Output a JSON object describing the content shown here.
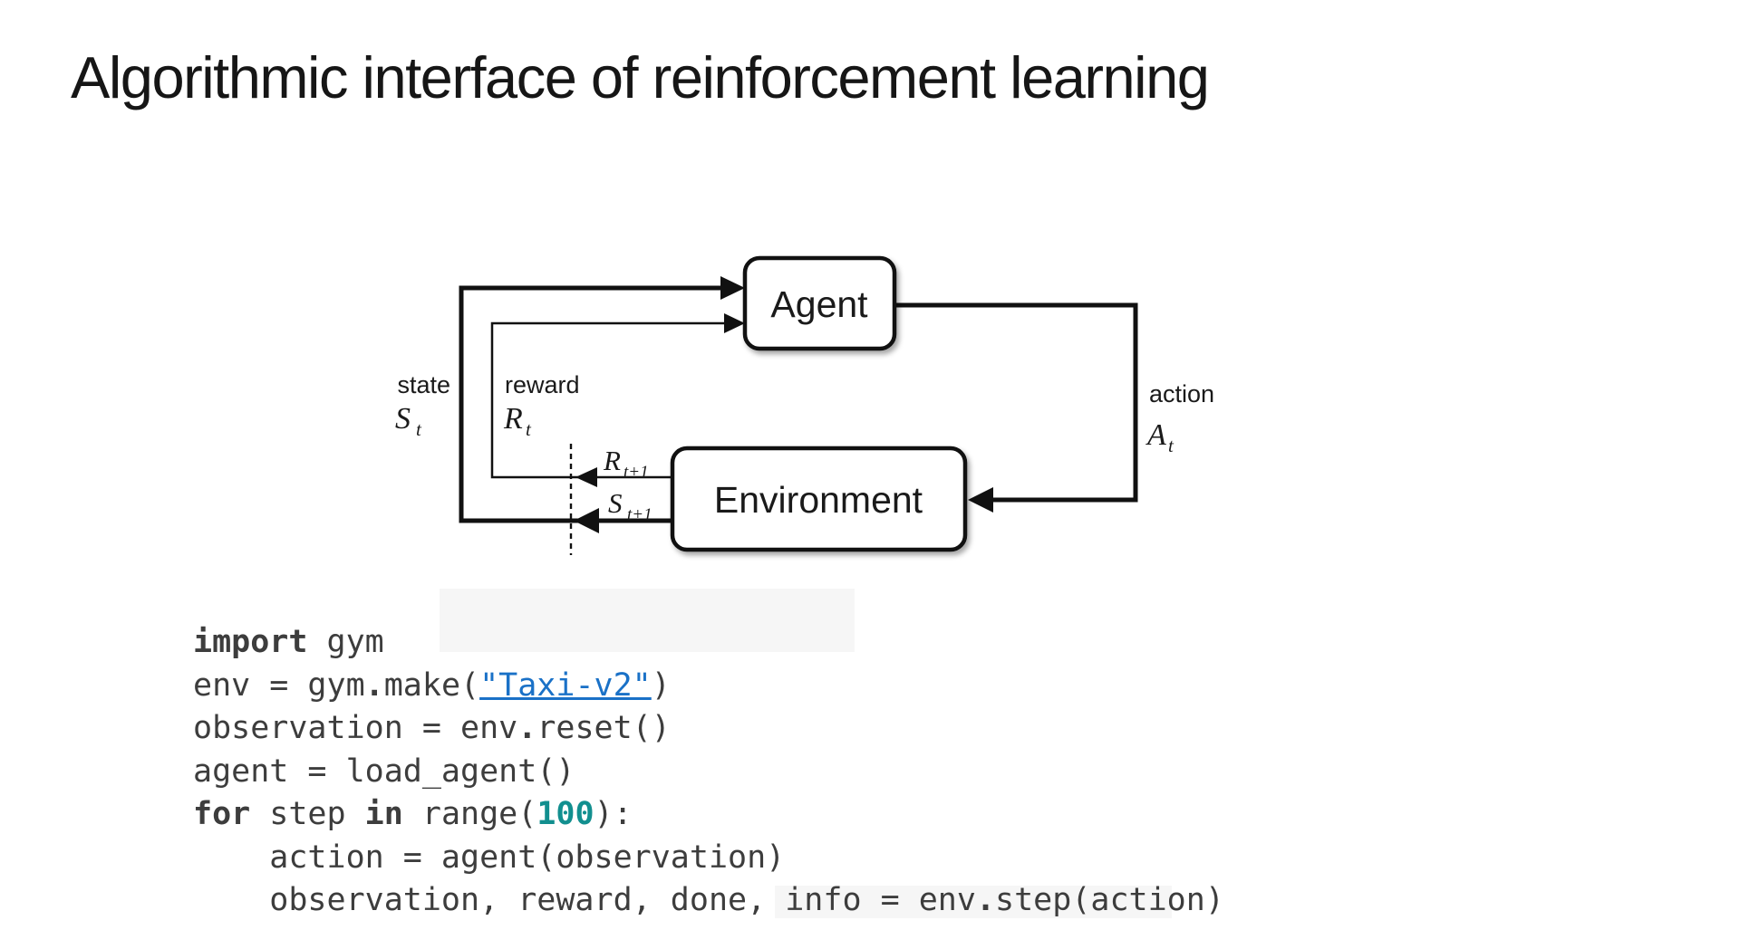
{
  "title": "Algorithmic interface of reinforcement learning",
  "diagram": {
    "agent_label": "Agent",
    "environment_label": "Environment",
    "state_label": "state",
    "state_symbol": {
      "letter": "S",
      "sub": "t"
    },
    "reward_label": "reward",
    "reward_symbol": {
      "letter": "R",
      "sub": "t"
    },
    "action_label": "action",
    "action_symbol": {
      "letter": "A",
      "sub": "t"
    },
    "next_reward_symbol": {
      "letter": "R",
      "sub": "t+1"
    },
    "next_state_symbol": {
      "letter": "S",
      "sub": "t+1"
    },
    "line_color": "#111111"
  },
  "code": {
    "text_color": "#3d3d3d",
    "link_color": "#1a71c7",
    "number_color": "#128f8f",
    "lines": [
      [
        {
          "text": "import",
          "style": "kw"
        },
        {
          "text": " gym",
          "style": "plain"
        }
      ],
      [
        {
          "text": "env = gym",
          "style": "plain"
        },
        {
          "text": ".",
          "style": "op"
        },
        {
          "text": "make(",
          "style": "plain"
        },
        {
          "text": "\"Taxi-v2\"",
          "style": "link"
        },
        {
          "text": ")",
          "style": "plain"
        }
      ],
      [
        {
          "text": "observation = env",
          "style": "plain"
        },
        {
          "text": ".",
          "style": "op"
        },
        {
          "text": "reset()",
          "style": "plain"
        }
      ],
      [
        {
          "text": "agent = load_agent()",
          "style": "plain"
        }
      ],
      [
        {
          "text": "for",
          "style": "kw"
        },
        {
          "text": " step ",
          "style": "plain"
        },
        {
          "text": "in",
          "style": "kw"
        },
        {
          "text": " range(",
          "style": "plain"
        },
        {
          "text": "100",
          "style": "num"
        },
        {
          "text": "):",
          "style": "plain"
        }
      ],
      [
        {
          "text": "    action = agent(observation)",
          "style": "plain"
        }
      ],
      [
        {
          "text": "    observation, reward, done, info = env",
          "style": "plain"
        },
        {
          "text": ".",
          "style": "op"
        },
        {
          "text": "step(action)",
          "style": "plain"
        }
      ]
    ]
  }
}
